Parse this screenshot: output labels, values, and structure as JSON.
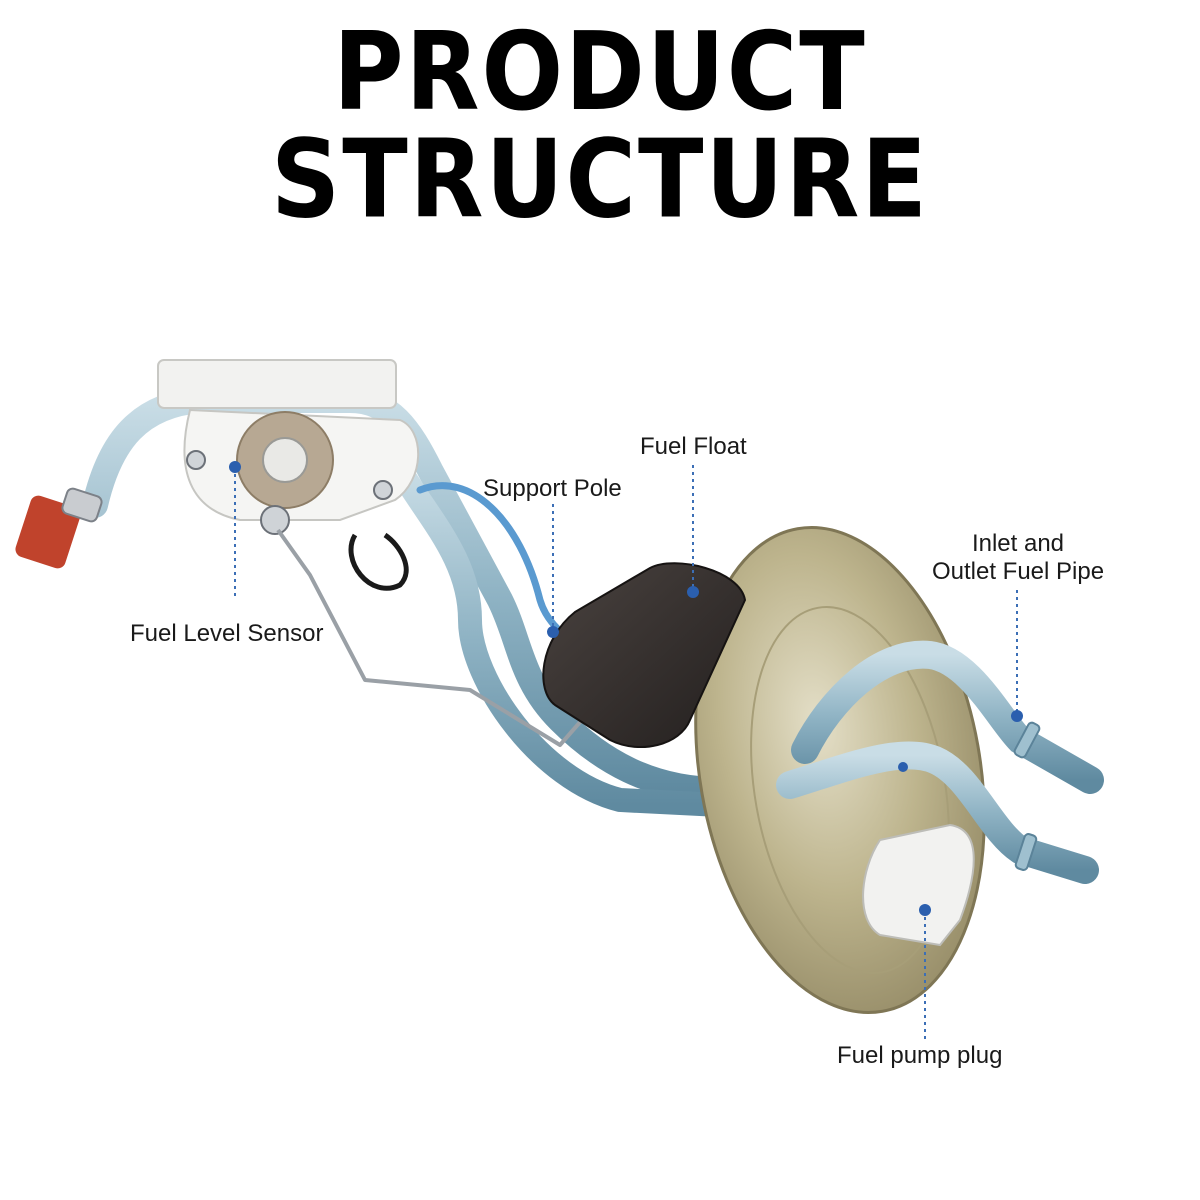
{
  "title": "PRODUCT STRUCTURE",
  "callouts": {
    "fuel_float": "Fuel Float",
    "support_pole": "Support Pole",
    "inlet_outlet_line1": "Inlet and",
    "inlet_outlet_line2": "Outlet Fuel Pipe",
    "fuel_level_sensor": "Fuel Level Sensor",
    "fuel_pump_plug": "Fuel pump plug"
  },
  "colors": {
    "callout_line": "#3c6fb6",
    "callout_dot": "#2b5fae",
    "pipe": "#8fb6c8",
    "flange": "#b8ae86",
    "float": "#3a3432",
    "connector_red": "#c0432c",
    "plastic": "#f2f2f0"
  }
}
